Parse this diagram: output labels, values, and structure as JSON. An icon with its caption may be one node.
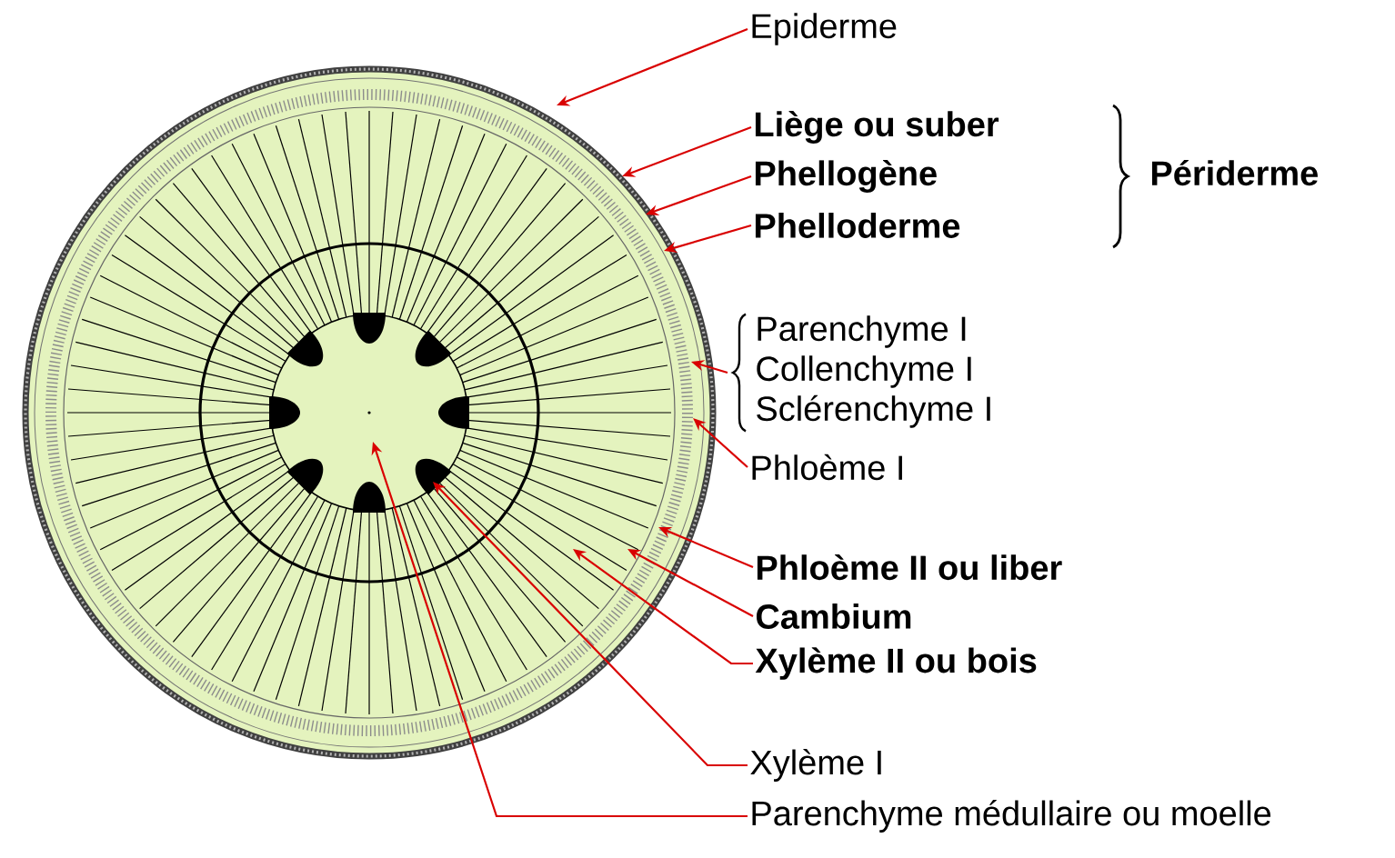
{
  "diagram": {
    "nodes": [
      {
        "text": [
          "Epiderme"
        ]
      },
      {
        "text": [
          "Liège ou suber"
        ]
      },
      {
        "text": [
          "Phellogène"
        ]
      },
      {
        "text": [
          "Phelloderme"
        ]
      },
      {
        "text": [
          "Parenchyme I",
          "Collenchyme I",
          "Sclérenchyme I"
        ]
      },
      {
        "text": [
          "Phloème I"
        ]
      },
      {
        "text": [
          "Phloème II ou liber"
        ]
      },
      {
        "text": [
          "Cambium"
        ]
      },
      {
        "text": [
          "Xylème II ou bois"
        ]
      },
      {
        "text": [
          "Xylème I"
        ]
      },
      {
        "text": [
          "Parenchyme médullaire ou moelle"
        ]
      }
    ],
    "edges": [
      {
        "from": 0,
        "to": null,
        "arrow": "to"
      },
      {
        "from": 1,
        "to": null,
        "arrow": "to"
      },
      {
        "from": 2,
        "to": null,
        "arrow": "to"
      },
      {
        "from": 3,
        "to": null,
        "arrow": "to"
      },
      {
        "from": 4,
        "to": null,
        "arrow": "to"
      },
      {
        "from": 5,
        "to": null,
        "arrow": "to"
      },
      {
        "from": 6,
        "to": null,
        "arrow": "to"
      },
      {
        "from": 7,
        "to": null,
        "arrow": "to"
      },
      {
        "from": 8,
        "to": null,
        "arrow": "to"
      },
      {
        "from": 9,
        "to": null,
        "arrow": "to"
      },
      {
        "from": 10,
        "to": null,
        "arrow": "to"
      }
    ],
    "labels": [
      "Périderme"
    ]
  }
}
